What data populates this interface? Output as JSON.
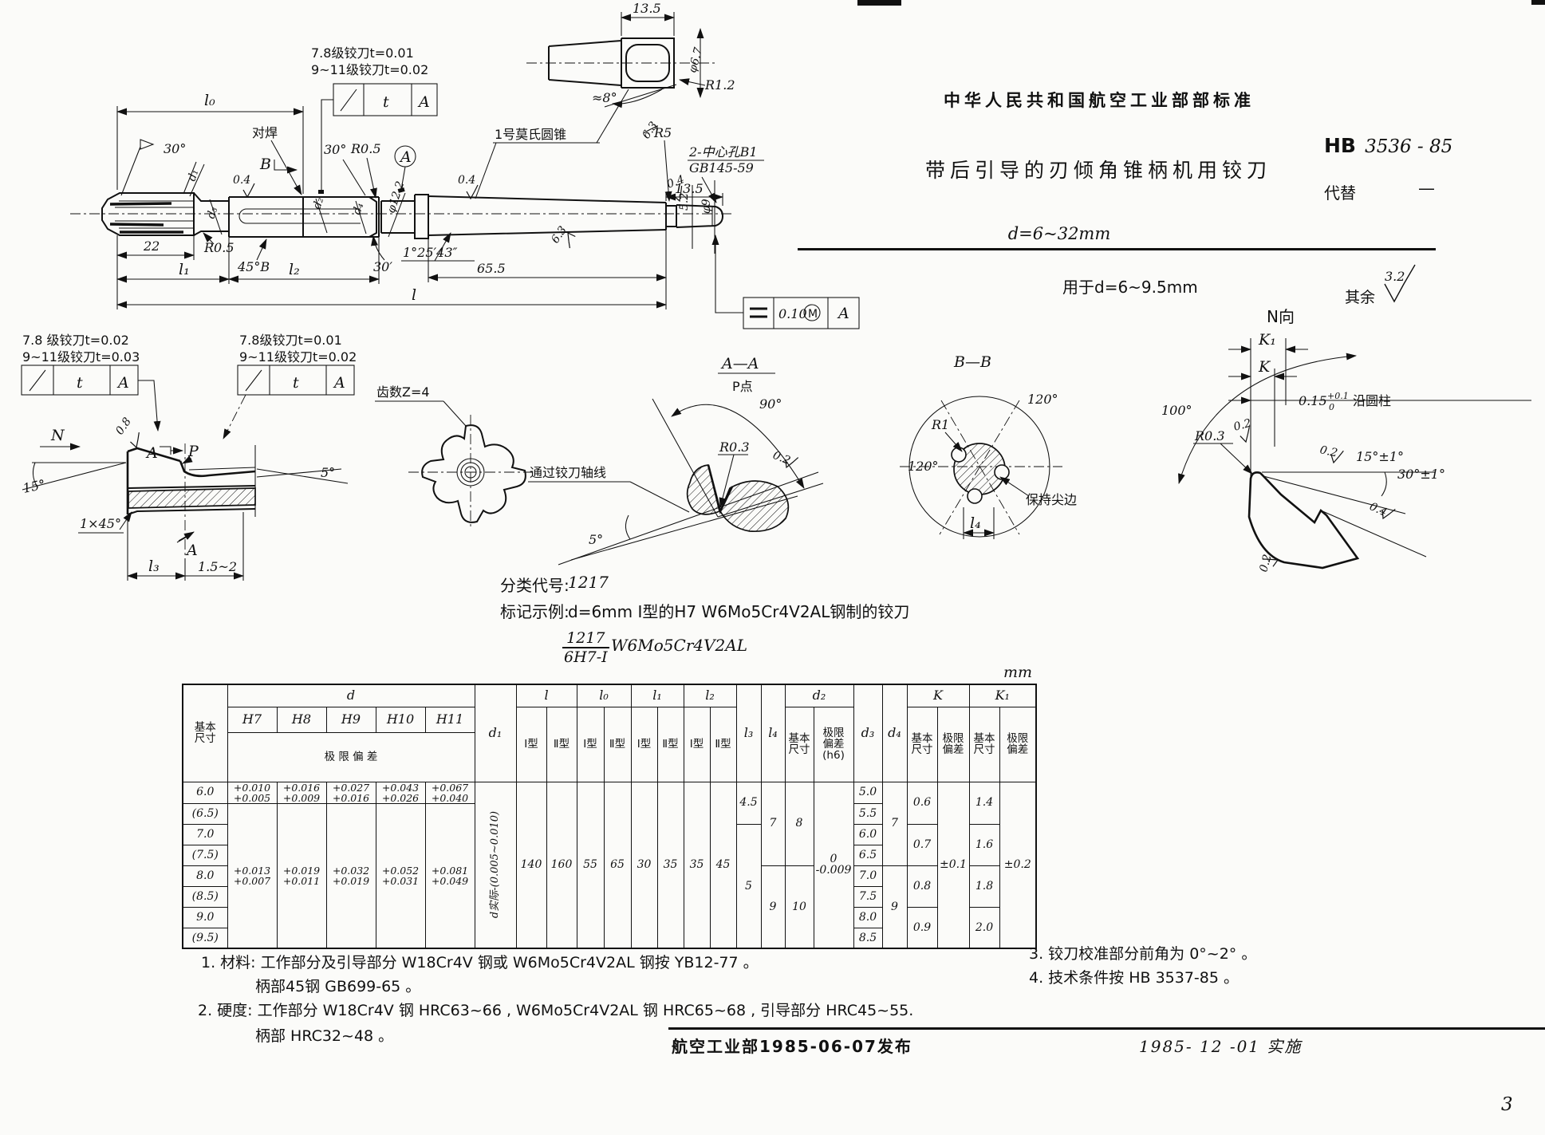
{
  "header": {
    "org": "中华人民共和国航空工业部部标准",
    "title": "带后引导的刃倾角锥柄机用铰刀",
    "size_range": "d=6~32mm",
    "code_prefix": "HB",
    "code": "3536 - 85",
    "replaces_label": "代替",
    "replaces_value": "—",
    "scope": "用于d=6~9.5mm",
    "rough_label": "其余",
    "rough_value": "3.2"
  },
  "ann": {
    "t_note_a1": "7.8级铰刀t=0.01",
    "t_note_a2": "9~11级铰刀t=0.02",
    "t_note_b1": "7.8 级铰刀t=0.02",
    "t_note_b2": "9~11级铰刀t=0.03",
    "t_note_c1": "7.8级铰刀t=0.01",
    "t_note_c2": "9~11级铰刀t=0.02",
    "t": "t",
    "A": "A",
    "B": "B",
    "N": "N",
    "P": "P",
    "sym_tol": "0.10",
    "sym_mod": "M",
    "l0": "l₀",
    "l1": "l₁",
    "l2": "l₂",
    "l3": "l₃",
    "l4": "l₄",
    "l": "l",
    "d1": "d₁",
    "d2": "d₂",
    "d3": "d₃",
    "d4": "d₄",
    "deg30": "30°",
    "r05": "R0.5",
    "r5": "R5",
    "r12": "R1.2",
    "r03": "R0.3",
    "r1": "R1",
    "fin04": "0.4",
    "fin08": "0.8",
    "fin02": "0.2",
    "fin63": "6.3",
    "weld": "对焊",
    "morse": "1号莫氏圆锥",
    "chole1": "2-中心孔B1",
    "chole2": "GB145-59",
    "phi122": "φ12.2",
    "phi9": "φ9",
    "phi67": "φ6.7",
    "dim22": "22",
    "dim52": "5.2",
    "dim135": "13.5",
    "dim655": "65.5",
    "deg45b": "45°B",
    "min30": "30′",
    "taper": "1°25′43″",
    "deg15": "15°",
    "cham": "1×45°",
    "gap": "1.5~2",
    "deg5": "5°",
    "teeth": "齿数Z=4",
    "aa": "A—A",
    "aap": "P点",
    "deg90": "90°",
    "axis_note": "通过铰刀轴线",
    "bb": "B—B",
    "deg120": "120°",
    "keep": "保持尖边",
    "nview": "N向",
    "K1": "K₁",
    "K": "K",
    "off": "0.15",
    "offsup": "+0.1",
    "offsub": "0",
    "along": "沿圆柱",
    "deg100": "100°",
    "a15": "15°±1°",
    "a30": "30°±1°",
    "approx8": "≈8°"
  },
  "classification": {
    "l1_label": "分类代号:",
    "l1_value": "1217",
    "l2_label": "标记示例:",
    "l2_value": "d=6mm Ⅰ型的H7 W6Mo5Cr4V2AL钢制的铰刀",
    "frac_num": "1217",
    "frac_den": "6H7-Ⅰ",
    "alloy": "W6Mo5Cr4V2AL"
  },
  "table": {
    "unit": "mm",
    "h": {
      "size": "基本\n尺寸",
      "d": "d",
      "h7": "H7",
      "h8": "H8",
      "h9": "H9",
      "h10": "H10",
      "h11": "H11",
      "dev": "极  限  偏  差",
      "d1": "d₁",
      "l": "l",
      "l0": "l₀",
      "l1": "l₁",
      "l2": "l₂",
      "l3": "l₃",
      "l4": "l₄",
      "t1": "Ⅰ型",
      "t2": "Ⅱ型",
      "d2": "d₂",
      "d3": "d₃",
      "d4": "d₄",
      "basic": "基本\n尺寸",
      "dev_h6": "极限\n偏差\n(h6)",
      "dev2": "极限\n偏差",
      "k": "K",
      "k1": "K₁"
    },
    "sizes": [
      "6.0",
      "(6.5)",
      "7.0",
      "(7.5)",
      "8.0",
      "(8.5)",
      "9.0",
      "(9.5)"
    ],
    "tol_first": {
      "h7": "+0.010\n+0.005",
      "h8": "+0.016\n+0.009",
      "h9": "+0.027\n+0.016",
      "h10": "+0.043\n+0.026",
      "h11": "+0.067\n+0.040"
    },
    "tol_rest": {
      "h7": "+0.013\n+0.007",
      "h8": "+0.019\n+0.011",
      "h9": "+0.032\n+0.019",
      "h10": "+0.052\n+0.031",
      "h11": "+0.081\n+0.049"
    },
    "d1_note": "d实际-(0.005~0.010)",
    "l_t1": "140",
    "l_t2": "160",
    "l0_t1": "55",
    "l0_t2": "65",
    "l1_t1": "30",
    "l1_t2": "35",
    "l2_t1": "35",
    "l2_t2": "45",
    "l3": [
      "4.5",
      "5"
    ],
    "l4": [
      "7",
      "9"
    ],
    "d2_basic": [
      "8",
      "10"
    ],
    "d2_dev": "0\n-0.009",
    "d3": [
      "5.0",
      "5.5",
      "6.0",
      "6.5",
      "7.0",
      "7.5",
      "8.0",
      "8.5"
    ],
    "d4": [
      "7",
      "9"
    ],
    "k_basic": [
      "0.6",
      "0.7",
      "0.8",
      "0.9"
    ],
    "k_dev": "±0.1",
    "k1_basic": [
      "1.4",
      "1.6",
      "1.8",
      "2.0"
    ],
    "k1_dev": "±0.2"
  },
  "notes": {
    "n1a": "1. 材料:  工作部分及引导部分 W18Cr4V 钢或 W6Mo5Cr4V2AL  钢按 YB12-77 。",
    "n1b": "柄部45钢 GB699-65  。",
    "n2a": "2. 硬度:  工作部分 W18Cr4V 钢 HRC63~66 ,  W6Mo5Cr4V2AL 钢 HRC65~68 ,  引导部分 HRC45~55.",
    "n2b": "柄部 HRC32~48 。",
    "n3": "3. 铰刀校准部分前角为 0°~2°  。",
    "n4": "4. 技术条件按 HB 3537-85  。"
  },
  "footer": {
    "issued": "航空工业部1985-06-07发布",
    "effective": "1985- 12 -01  实施",
    "page": "3"
  }
}
